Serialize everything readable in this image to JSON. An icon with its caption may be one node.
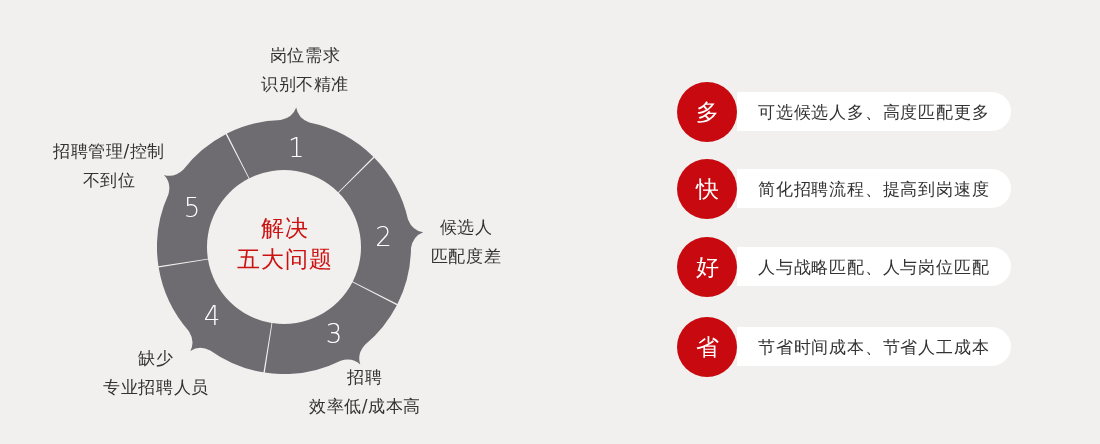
{
  "diagram": {
    "nodes": [
      {
        "text": [
          "1"
        ],
        "beside": [
          "岗位需求识别不精准"
        ]
      },
      {
        "text": [
          "2"
        ],
        "beside": [
          "候选人匹配度差"
        ]
      },
      {
        "text": [
          "3"
        ],
        "beside": [
          "招聘效率低/成本高"
        ]
      },
      {
        "text": [
          "4"
        ],
        "beside": [
          "缺少专业招聘人员"
        ]
      },
      {
        "text": [
          "5"
        ],
        "beside": [
          "招聘管理/控制不到位"
        ]
      },
      {
        "text": [
          "多"
        ]
      },
      {
        "text": [
          "可选候选人多、高度匹配更多"
        ]
      },
      {
        "text": [
          "快"
        ]
      },
      {
        "text": [
          "简化招聘流程、提高到岗速度"
        ]
      },
      {
        "text": [
          "好"
        ]
      },
      {
        "text": [
          "人与战略匹配、人与岗位匹配"
        ]
      },
      {
        "text": [
          "省"
        ]
      },
      {
        "text": [
          "节省时间成本、节省人工成本"
        ]
      }
    ],
    "labels": [
      "解决五大问题"
    ]
  }
}
